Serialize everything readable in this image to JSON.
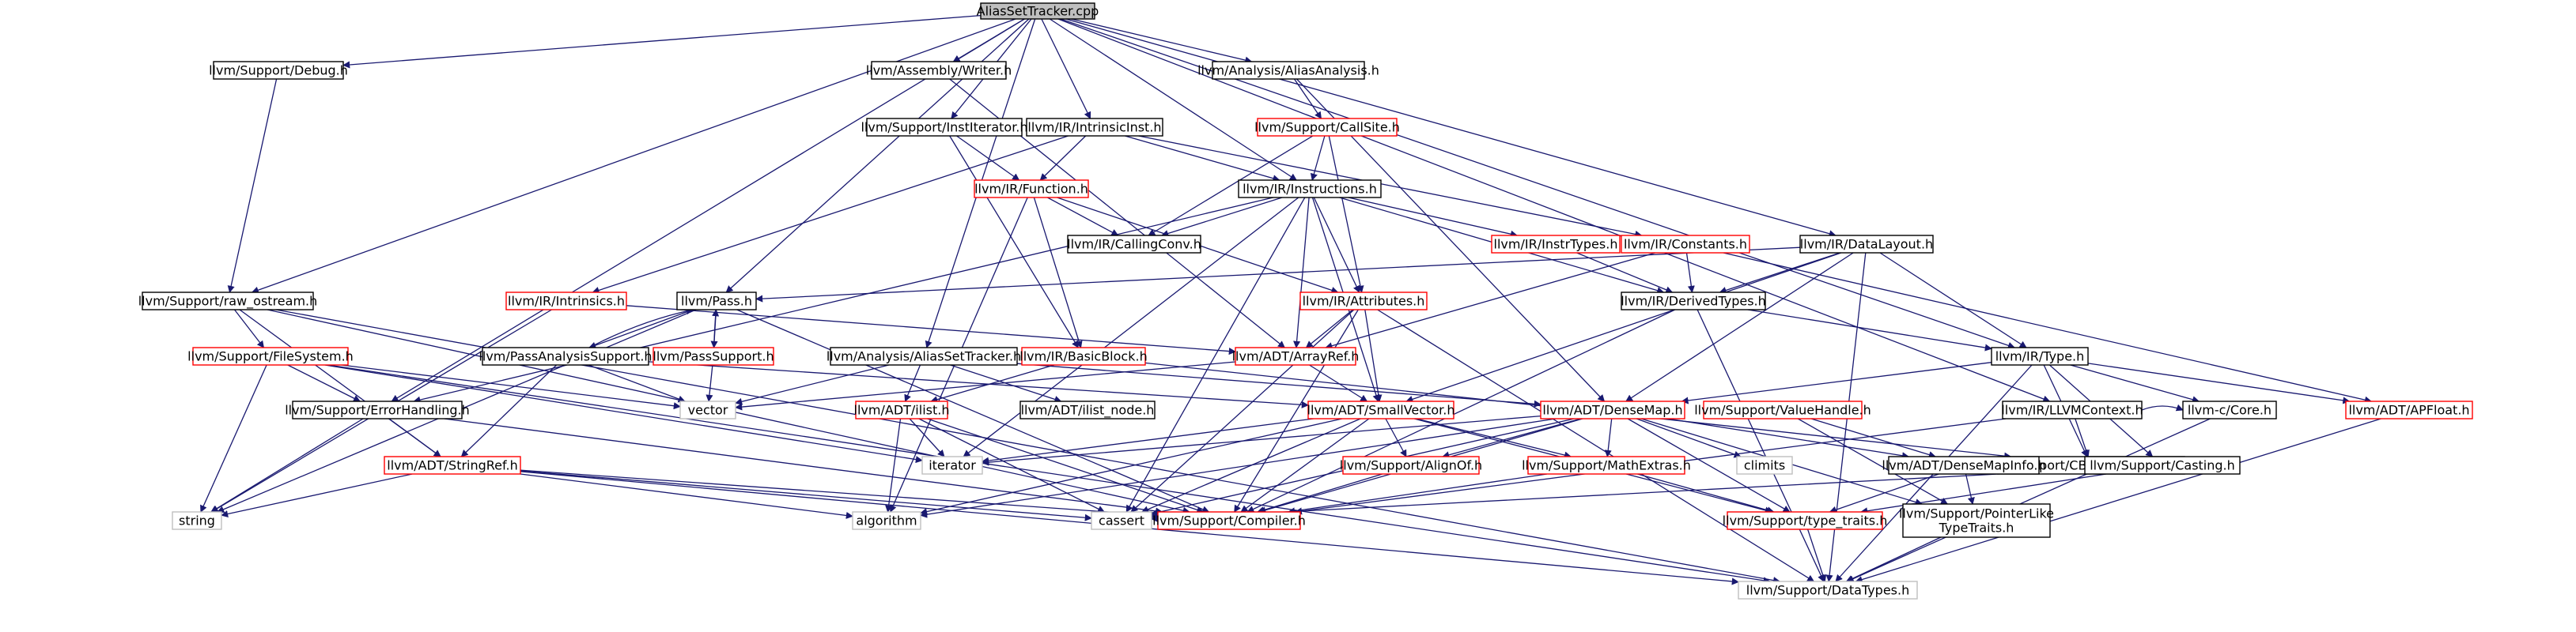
{
  "colors": {
    "root_fill": "#bfbfbf",
    "documented_border": "#000000",
    "truncated_border": "#ff0000",
    "external_border": "#bfbfbf",
    "edge": "#191970"
  },
  "nodes": [
    {
      "id": "root",
      "label": "AliasSetTracker.cpp",
      "kind": "root"
    },
    {
      "id": "debug",
      "label": "llvm/Support/Debug.h",
      "kind": "normal"
    },
    {
      "id": "writer",
      "label": "llvm/Assembly/Writer.h",
      "kind": "normal"
    },
    {
      "id": "aa",
      "label": "llvm/Analysis/AliasAnalysis.h",
      "kind": "normal"
    },
    {
      "id": "insti",
      "label": "llvm/Support/InstIterator.h",
      "kind": "normal"
    },
    {
      "id": "intrinst",
      "label": "llvm/IR/IntrinsicInst.h",
      "kind": "normal"
    },
    {
      "id": "callsite",
      "label": "llvm/Support/CallSite.h",
      "kind": "red"
    },
    {
      "id": "function",
      "label": "llvm/IR/Function.h",
      "kind": "red"
    },
    {
      "id": "instrs",
      "label": "llvm/IR/Instructions.h",
      "kind": "normal"
    },
    {
      "id": "callconv",
      "label": "llvm/IR/CallingConv.h",
      "kind": "normal"
    },
    {
      "id": "instrtypes",
      "label": "llvm/IR/InstrTypes.h",
      "kind": "red"
    },
    {
      "id": "constants",
      "label": "llvm/IR/Constants.h",
      "kind": "red"
    },
    {
      "id": "datalayout",
      "label": "llvm/IR/DataLayout.h",
      "kind": "normal"
    },
    {
      "id": "rawos",
      "label": "llvm/Support/raw_ostream.h",
      "kind": "normal"
    },
    {
      "id": "intrinsics",
      "label": "llvm/IR/Intrinsics.h",
      "kind": "red"
    },
    {
      "id": "pass",
      "label": "llvm/Pass.h",
      "kind": "normal"
    },
    {
      "id": "attributes",
      "label": "llvm/IR/Attributes.h",
      "kind": "red"
    },
    {
      "id": "derived",
      "label": "llvm/IR/DerivedTypes.h",
      "kind": "normal"
    },
    {
      "id": "fs",
      "label": "llvm/Support/FileSystem.h",
      "kind": "red"
    },
    {
      "id": "pas",
      "label": "llvm/PassAnalysisSupport.h",
      "kind": "normal"
    },
    {
      "id": "passsup",
      "label": "llvm/PassSupport.h",
      "kind": "red"
    },
    {
      "id": "ast",
      "label": "llvm/Analysis/AliasSetTracker.h",
      "kind": "normal"
    },
    {
      "id": "bb",
      "label": "llvm/IR/BasicBlock.h",
      "kind": "red"
    },
    {
      "id": "arrayref",
      "label": "llvm/ADT/ArrayRef.h",
      "kind": "red"
    },
    {
      "id": "type",
      "label": "llvm/IR/Type.h",
      "kind": "normal"
    },
    {
      "id": "llvmctx",
      "label": "llvm/IR/LLVMContext.h",
      "kind": "normal"
    },
    {
      "id": "errh",
      "label": "llvm/Support/ErrorHandling.h",
      "kind": "normal"
    },
    {
      "id": "vector",
      "label": "vector",
      "kind": "ext"
    },
    {
      "id": "ilist",
      "label": "llvm/ADT/ilist.h",
      "kind": "red"
    },
    {
      "id": "ilistnode",
      "label": "llvm/ADT/ilist_node.h",
      "kind": "normal"
    },
    {
      "id": "smallvec",
      "label": "llvm/ADT/SmallVector.h",
      "kind": "red"
    },
    {
      "id": "densemap",
      "label": "llvm/ADT/DenseMap.h",
      "kind": "red"
    },
    {
      "id": "valuehandle",
      "label": "llvm/Support/ValueHandle.h",
      "kind": "red"
    },
    {
      "id": "cbind",
      "label": "llvm/Support/CBindingWrapping.h",
      "kind": "normal"
    },
    {
      "id": "ccore",
      "label": "llvm-c/Core.h",
      "kind": "normal"
    },
    {
      "id": "apfloat",
      "label": "llvm/ADT/APFloat.h",
      "kind": "red"
    },
    {
      "id": "stringref",
      "label": "llvm/ADT/StringRef.h",
      "kind": "red"
    },
    {
      "id": "iterator",
      "label": "iterator",
      "kind": "ext"
    },
    {
      "id": "alignof",
      "label": "llvm/Support/AlignOf.h",
      "kind": "red"
    },
    {
      "id": "mathextras",
      "label": "llvm/Support/MathExtras.h",
      "kind": "red"
    },
    {
      "id": "climits",
      "label": "climits",
      "kind": "ext"
    },
    {
      "id": "dmapinfo",
      "label": "llvm/ADT/DenseMapInfo.h",
      "kind": "normal"
    },
    {
      "id": "casting",
      "label": "llvm/Support/Casting.h",
      "kind": "normal"
    },
    {
      "id": "string",
      "label": "string",
      "kind": "ext"
    },
    {
      "id": "algorithm",
      "label": "algorithm",
      "kind": "ext"
    },
    {
      "id": "cassert",
      "label": "cassert",
      "kind": "ext"
    },
    {
      "id": "compiler",
      "label": "llvm/Support/Compiler.h",
      "kind": "red"
    },
    {
      "id": "typetraits",
      "label": "llvm/Support/type_traits.h",
      "kind": "red"
    },
    {
      "id": "ptrlike",
      "label": "llvm/Support/PointerLike\nTypeTraits.h",
      "kind": "normal"
    },
    {
      "id": "datatypes",
      "label": "llvm/Support/DataTypes.h",
      "kind": "ext"
    }
  ]
}
